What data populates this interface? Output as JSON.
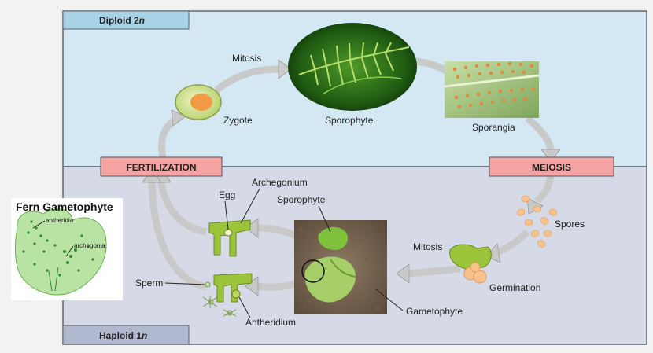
{
  "regions": {
    "diploid": {
      "label": "Diploid 2",
      "sub": "n",
      "bg": "#d3e8f3",
      "tab": "#a9d2e6"
    },
    "haploid": {
      "label": "Haploid 1",
      "sub": "n",
      "bg": "#d6dae6",
      "tab": "#b0b9cf"
    }
  },
  "stages": {
    "fertilization": "FERTILIZATION",
    "meiosis": "MEIOSIS",
    "color": "#f5a3a3"
  },
  "labels": {
    "mitosis_top": "Mitosis",
    "zygote": "Zygote",
    "sporophyte_adult": "Sporophyte",
    "sporangia": "Sporangia",
    "spores": "Spores",
    "mitosis_bottom": "Mitosis",
    "germination": "Germination",
    "gametophyte": "Gametophyte",
    "sporophyte_young": "Sporophyte",
    "archegonium": "Archegonium",
    "egg": "Egg",
    "sperm": "Sperm",
    "antheridium": "Antheridium"
  },
  "inset": {
    "title": "Fern Gametophyte",
    "antheridia": "antheridia",
    "archegonia": "archegonia"
  }
}
